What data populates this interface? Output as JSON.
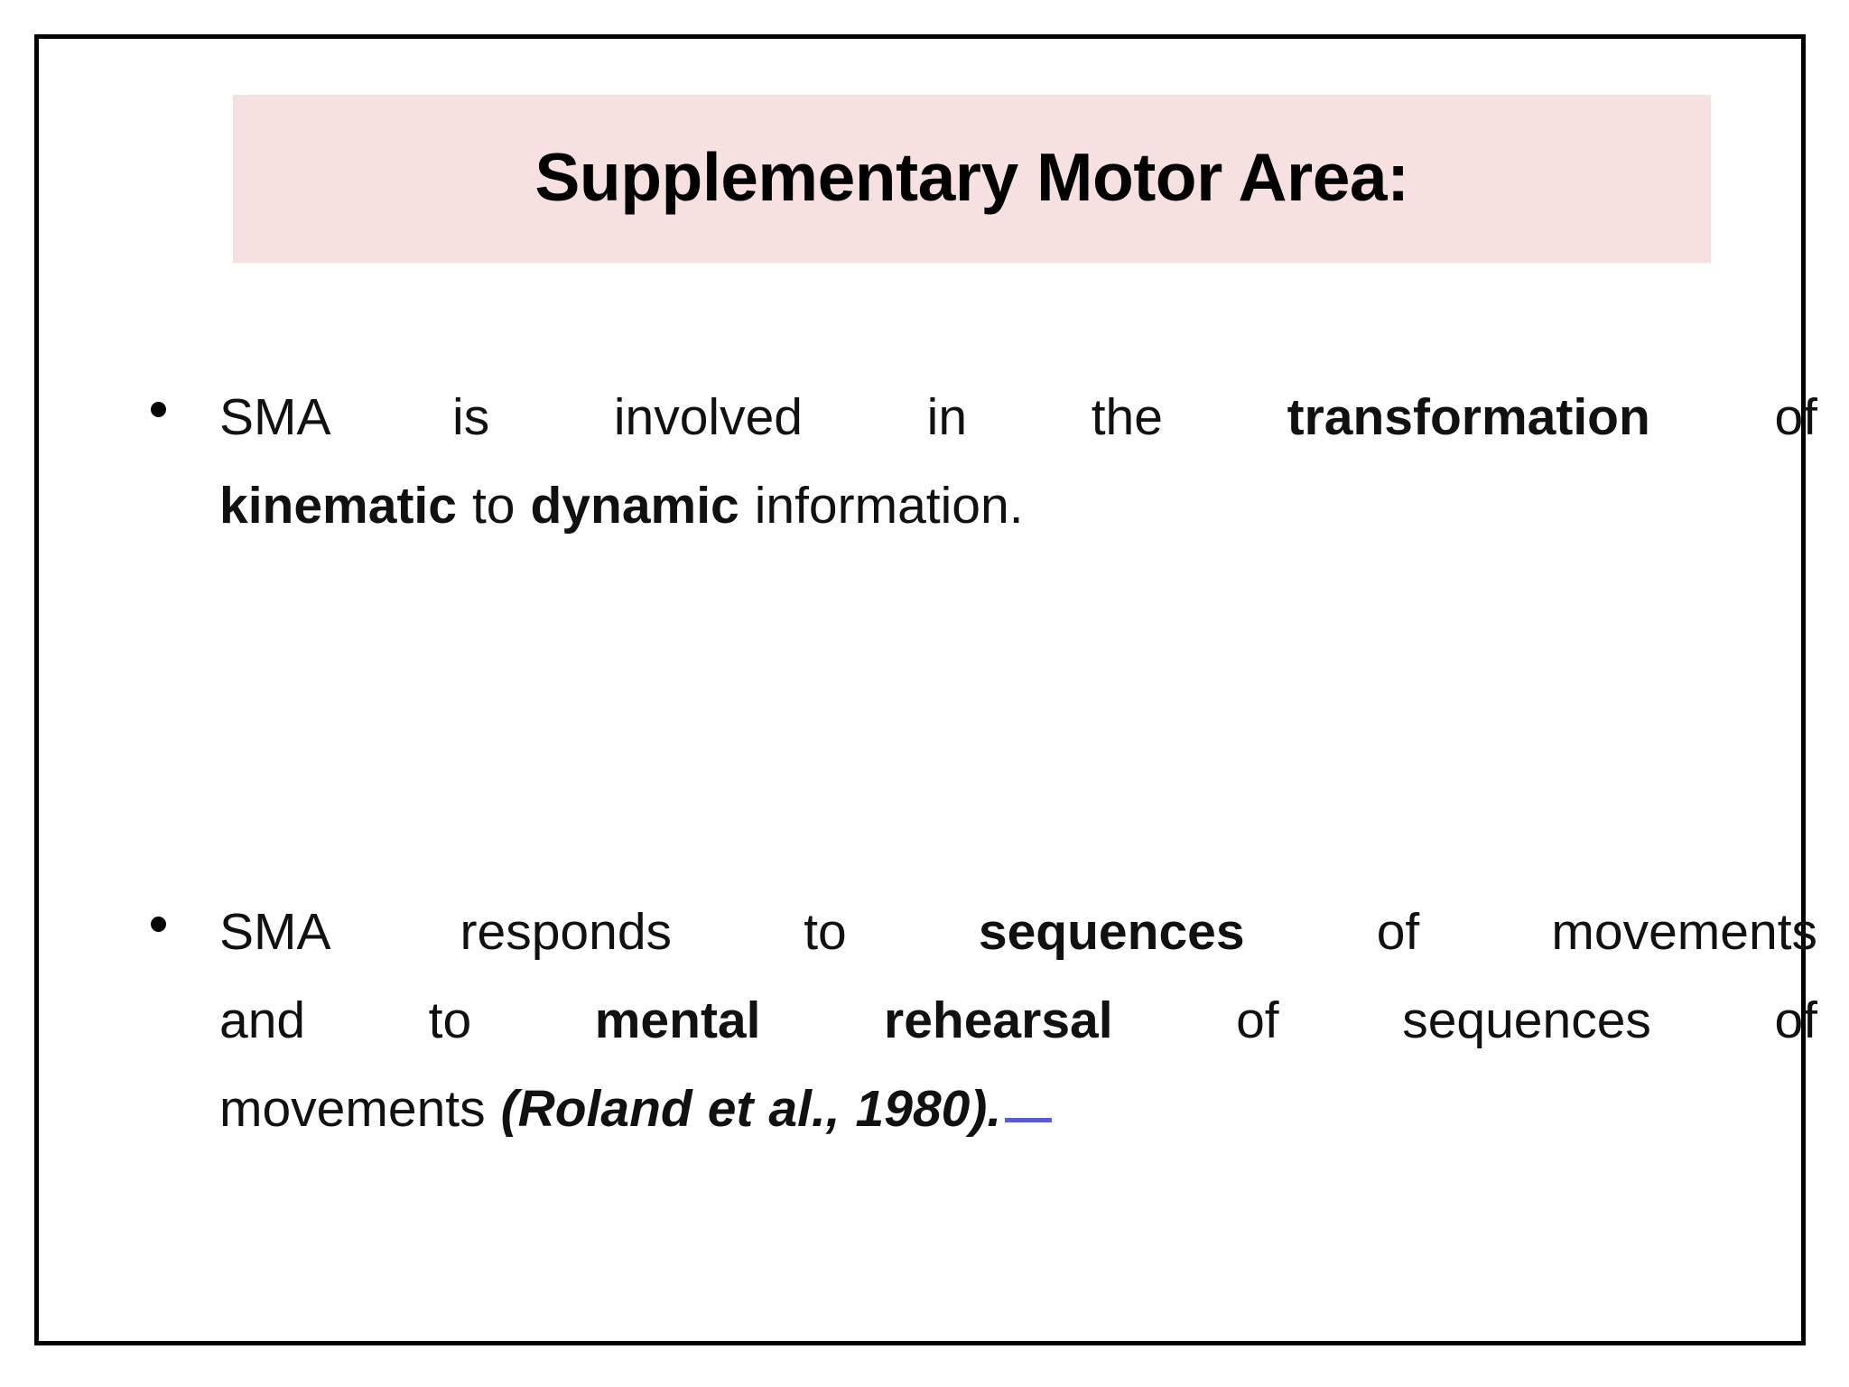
{
  "slide": {
    "title": "Supplementary Motor Area:",
    "banner_color": "#f6e0e0",
    "frame_color": "#000000",
    "background_color": "#ffffff",
    "text_color": "#000000",
    "annotation_color": "#5b5bd6"
  },
  "bullets": [
    {
      "marker": "bullet-dot",
      "lines": [
        {
          "segments": [
            {
              "text": "SMA",
              "style": "normal"
            },
            {
              "text": "is",
              "style": "normal"
            },
            {
              "text": "involved",
              "style": "normal"
            },
            {
              "text": "in",
              "style": "normal"
            },
            {
              "text": "the",
              "style": "normal"
            },
            {
              "text": "transformation",
              "style": "bold"
            },
            {
              "text": "of",
              "style": "normal"
            }
          ]
        },
        {
          "segments": [
            {
              "text": "kinematic",
              "style": "bold"
            },
            {
              "text": "to",
              "style": "normal"
            },
            {
              "text": "dynamic",
              "style": "bold"
            },
            {
              "text": "information.",
              "style": "normal"
            }
          ]
        }
      ],
      "plain": "SMA is involved in the transformation of kinematic to dynamic information."
    },
    {
      "marker": "bullet-dot",
      "lines": [
        {
          "segments": [
            {
              "text": "SMA",
              "style": "normal"
            },
            {
              "text": "responds",
              "style": "normal"
            },
            {
              "text": "to",
              "style": "normal"
            },
            {
              "text": "sequences",
              "style": "bold"
            },
            {
              "text": "of",
              "style": "normal"
            },
            {
              "text": "movements",
              "style": "normal"
            }
          ]
        },
        {
          "segments": [
            {
              "text": "and",
              "style": "normal"
            },
            {
              "text": "to",
              "style": "normal"
            },
            {
              "text": "mental",
              "style": "bold"
            },
            {
              "text": "rehearsal",
              "style": "bold"
            },
            {
              "text": "of",
              "style": "normal"
            },
            {
              "text": "sequences",
              "style": "normal"
            },
            {
              "text": "of",
              "style": "normal"
            }
          ]
        },
        {
          "segments": [
            {
              "text": "movements",
              "style": "normal"
            },
            {
              "text": "(Roland et al., 1980).",
              "style": "bold-italic"
            }
          ]
        }
      ],
      "plain": "SMA responds to sequences of movements and to mental rehearsal of sequences of movements (Roland et al., 1980)."
    }
  ],
  "text_fragments": {
    "b1_l1_w1": "SMA",
    "b1_l1_w2": "is",
    "b1_l1_w3": "involved",
    "b1_l1_w4": "in",
    "b1_l1_w5": "the",
    "b1_l1_w6": "transformation",
    "b1_l1_w7": "of",
    "b1_l2_w1": "kinematic",
    "b1_l2_w2": "to",
    "b1_l2_w3": "dynamic",
    "b1_l2_w4": "information.",
    "b2_l1_w1": "SMA",
    "b2_l1_w2": "responds",
    "b2_l1_w3": "to",
    "b2_l1_w4": "sequences",
    "b2_l1_w5": "of",
    "b2_l1_w6": "movements",
    "b2_l2_w1": "and",
    "b2_l2_w2": "to",
    "b2_l2_w3": "mental",
    "b2_l2_w4": "rehearsal",
    "b2_l2_w5": "of",
    "b2_l2_w6": "sequences",
    "b2_l2_w7": "of",
    "b2_l3_w1": "movements",
    "b2_l3_w2": "(Roland et al., 1980)."
  }
}
